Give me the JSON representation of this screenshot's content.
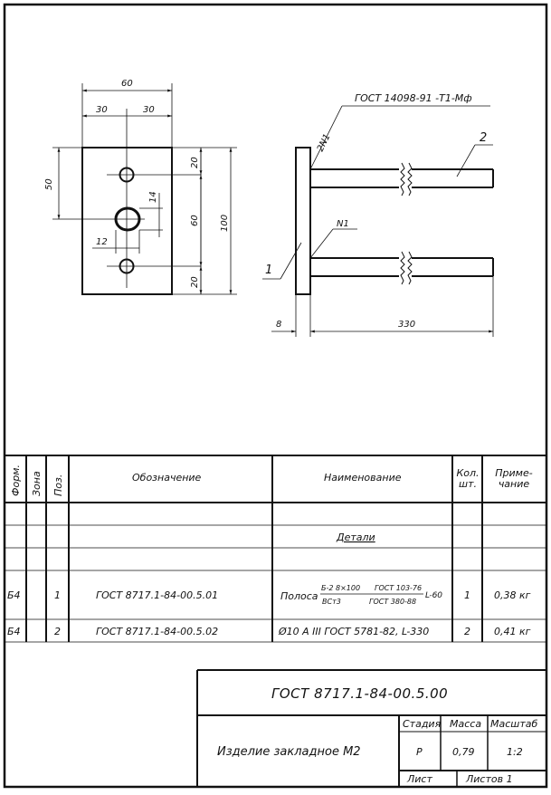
{
  "drawing": {
    "dims": {
      "w60": "60",
      "w30a": "30",
      "w30b": "30",
      "h50": "50",
      "h20a": "20",
      "h60": "60",
      "h20b": "20",
      "h100": "100",
      "d14": "14",
      "d12": "12",
      "t8": "8",
      "l330": "330"
    },
    "weld_standard": "ГОСТ 14098-91 -Т1-Мф",
    "weld_mark_top": "2N1",
    "weld_mark_mid": "N1",
    "pos1": "1",
    "pos2": "2"
  },
  "spec": {
    "headers": {
      "format": "Форм.",
      "zone": "Зона",
      "pos": "Поз.",
      "designation": "Обозначение",
      "name": "Наименование",
      "qty": "Кол. шт.",
      "note": "Приме- чание"
    },
    "section_title": "Детали",
    "rows": [
      {
        "format": "Б4",
        "zone": "",
        "pos": "1",
        "designation": "ГОСТ 8717.1-84-00.5.01",
        "name_prefix": "Полоса",
        "name_num_left": "Б-2 8×100",
        "name_num_right": "ГОСТ 103-76",
        "name_den_left": "ВСт3",
        "name_den_right": "ГОСТ 380-88",
        "name_suffix": "L-60",
        "qty": "1",
        "note": "0,38 кг"
      },
      {
        "format": "Б4",
        "zone": "",
        "pos": "2",
        "designation": "ГОСТ 8717.1-84-00.5.02",
        "name": "Ø10 А III  ГОСТ 5781-82, L-330",
        "qty": "2",
        "note": "0,41 кг"
      }
    ]
  },
  "title_block": {
    "doc_code": "ГОСТ 8717.1-84-00.5.00",
    "title": "Изделие закладное М2",
    "stage_label": "Стадия",
    "mass_label": "Масса",
    "scale_label": "Масштаб",
    "stage": "Р",
    "mass": "0,79",
    "scale": "1:2",
    "sheet_label": "Лист",
    "sheets_label": "Листов 1"
  }
}
